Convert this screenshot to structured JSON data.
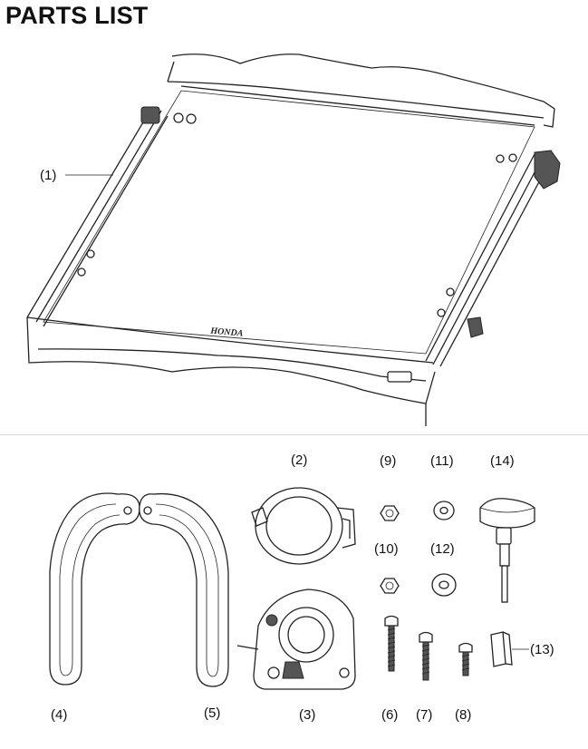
{
  "page": {
    "title": "PARTS LIST"
  },
  "parts": [
    {
      "callout": "(1)"
    },
    {
      "callout": "(2)"
    },
    {
      "callout": "(3)"
    },
    {
      "callout": "(4)"
    },
    {
      "callout": "(5)"
    },
    {
      "callout": "(6)"
    },
    {
      "callout": "(7)"
    },
    {
      "callout": "(8)"
    },
    {
      "callout": "(9)"
    },
    {
      "callout": "(10)"
    },
    {
      "callout": "(11)"
    },
    {
      "callout": "(12)"
    },
    {
      "callout": "(13)"
    },
    {
      "callout": "(14)"
    }
  ],
  "windshield": {
    "brand_mark": "HONDA"
  }
}
